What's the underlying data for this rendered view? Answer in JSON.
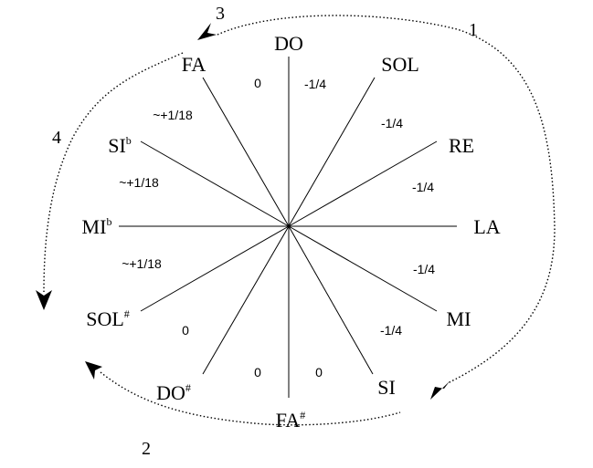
{
  "diagram": {
    "notes": [
      {
        "id": "do",
        "label": "DO",
        "accidental": ""
      },
      {
        "id": "sol",
        "label": "SOL",
        "accidental": ""
      },
      {
        "id": "re",
        "label": "RE",
        "accidental": ""
      },
      {
        "id": "la",
        "label": "LA",
        "accidental": ""
      },
      {
        "id": "mi",
        "label": "MI",
        "accidental": ""
      },
      {
        "id": "si",
        "label": "SI",
        "accidental": ""
      },
      {
        "id": "fa-sharp",
        "label": "FA",
        "accidental": "#"
      },
      {
        "id": "do-sharp",
        "label": "DO",
        "accidental": "#"
      },
      {
        "id": "sol-sharp",
        "label": "SOL",
        "accidental": "#"
      },
      {
        "id": "mi-flat",
        "label": "MI",
        "accidental": "b"
      },
      {
        "id": "si-flat",
        "label": "SI",
        "accidental": "b"
      },
      {
        "id": "fa",
        "label": "FA",
        "accidental": ""
      }
    ],
    "temperings": [
      "-1/4",
      "-1/4",
      "-1/4",
      "-1/4",
      "-1/4",
      "0",
      "0",
      "0",
      "~+1/18",
      "~+1/18",
      "~+1/18",
      "0"
    ],
    "steps": [
      "1",
      "2",
      "3",
      "4"
    ]
  }
}
